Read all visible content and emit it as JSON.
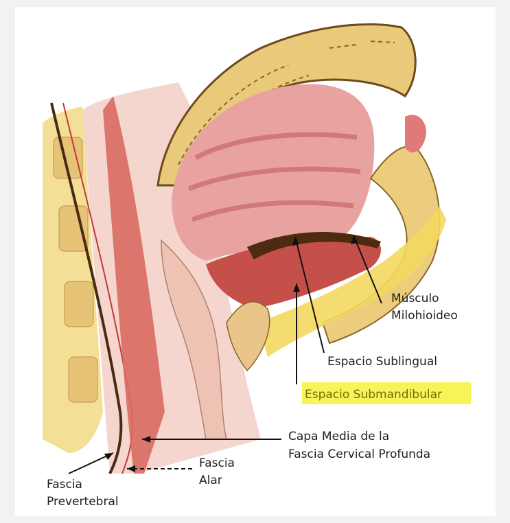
{
  "labels": {
    "musculo_line1": "Músculo",
    "musculo_line2": "Milohioideo",
    "sublingual": "Espacio Sublingual",
    "submandibular": "Espacio Submandibular",
    "capa_line1": "Capa Media de la",
    "capa_line2": "Fascia Cervical Profunda",
    "alar_line1": "Fascia",
    "alar_line2": "Alar",
    "prevertebral_line1": "Fascia",
    "prevertebral_line2": "Prevertebral"
  },
  "colors": {
    "highlight": "#f7f45a",
    "bone": "#e9c97a",
    "muscle": "#d9605a",
    "tongue": "#e8a3a1",
    "fascia_yellow": "#f3d860",
    "dark_fascia": "#5a3216"
  }
}
